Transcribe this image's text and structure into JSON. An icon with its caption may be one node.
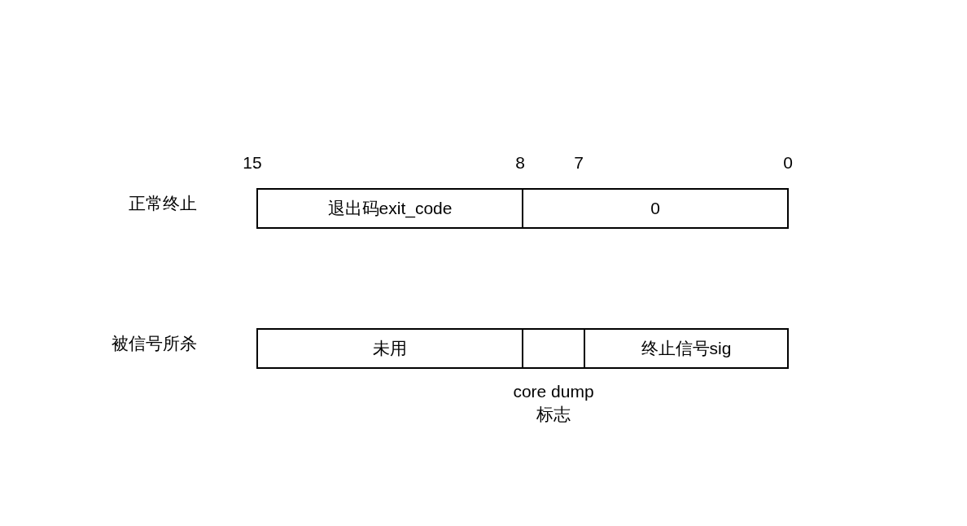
{
  "diagram": {
    "nodes": [
      {
        "text": [
          "退出码exit_code"
        ]
      },
      {
        "text": [
          "0"
        ]
      },
      {
        "text": [
          "未用"
        ]
      },
      {
        "text": [],
        "shape": "box",
        "beside": [
          "core dump 标志"
        ]
      },
      {
        "text": [
          "终止信号sig"
        ]
      }
    ],
    "edges": [],
    "labels": [
      "15",
      "8",
      "7",
      "0",
      "正常终止",
      "被信号所杀"
    ]
  }
}
